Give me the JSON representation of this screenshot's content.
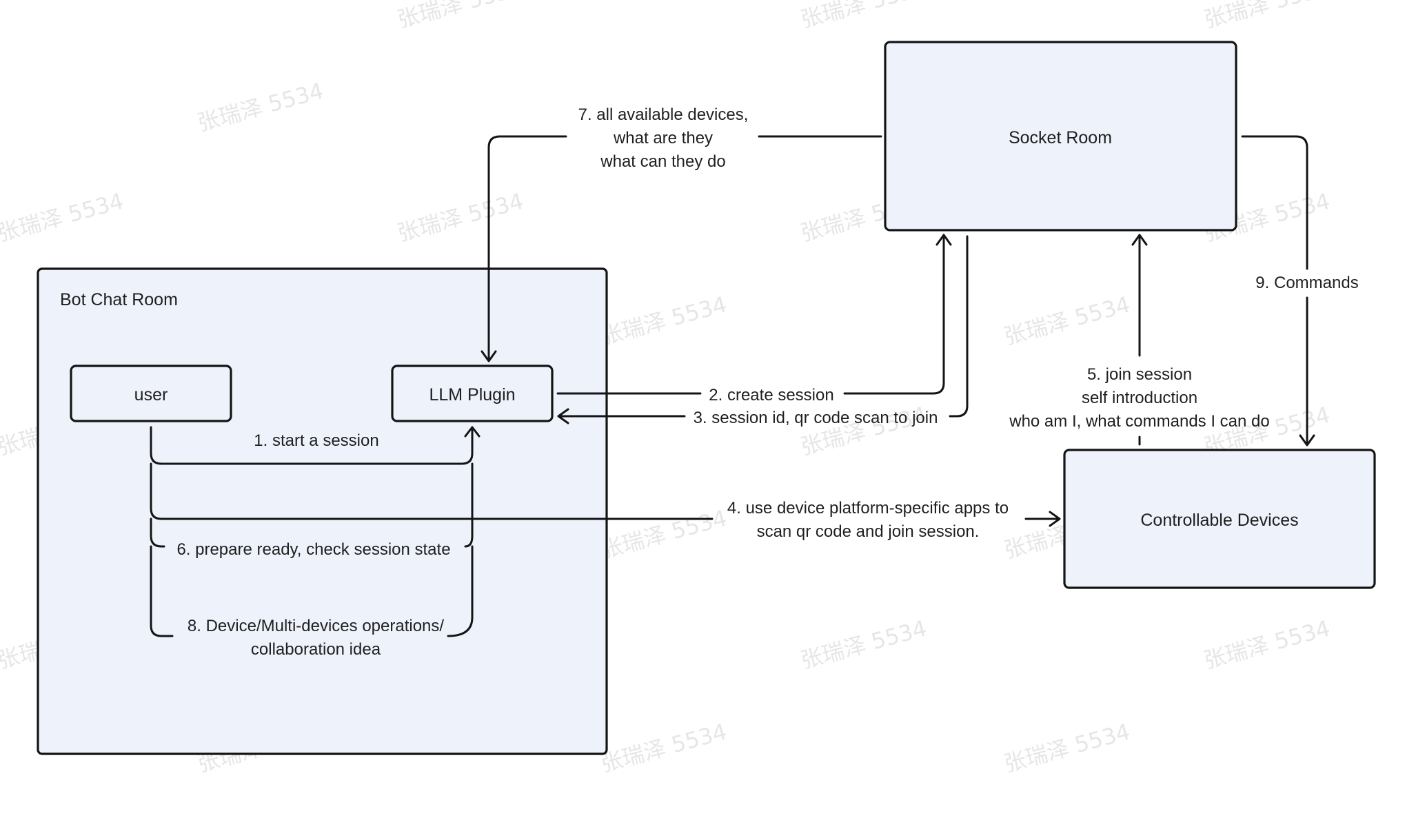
{
  "watermark": "张瑞泽 5534",
  "boxes": {
    "bot_chat_room": "Bot Chat Room",
    "user": "user",
    "llm_plugin": "LLM Plugin",
    "socket_room": "Socket Room",
    "controllable_devices": "Controllable Devices"
  },
  "steps": {
    "s1": "1. start a session",
    "s2": "2. create session",
    "s3": "3. session id, qr code scan to join",
    "s4": [
      "4. use device platform-specific apps to",
      "scan qr code and join session."
    ],
    "s5": [
      "5. join session",
      "self introduction",
      "who am I, what commands I can do"
    ],
    "s6": "6. prepare ready, check session state",
    "s7": [
      "7. all available devices,",
      "what are they",
      "what can they do"
    ],
    "s8": [
      "8. Device/Multi-devices operations/",
      "collaboration idea"
    ],
    "s9": "9. Commands"
  }
}
